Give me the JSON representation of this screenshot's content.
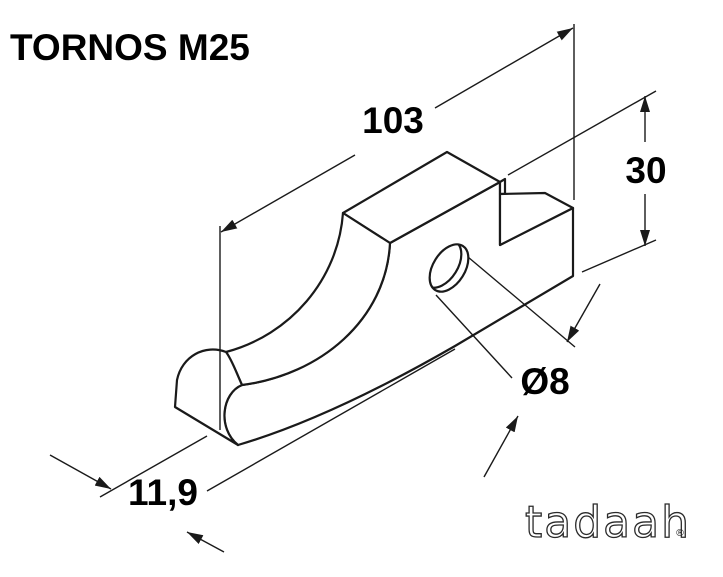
{
  "title": "TORNOS M25",
  "dimensions": {
    "length": "103",
    "height": "30",
    "hole_diameter": "Ø8",
    "thickness": "11,9"
  },
  "logo": {
    "text": "tadaah",
    "mark": "®"
  },
  "colors": {
    "line": "#1a1a1a",
    "background": "#ffffff"
  }
}
